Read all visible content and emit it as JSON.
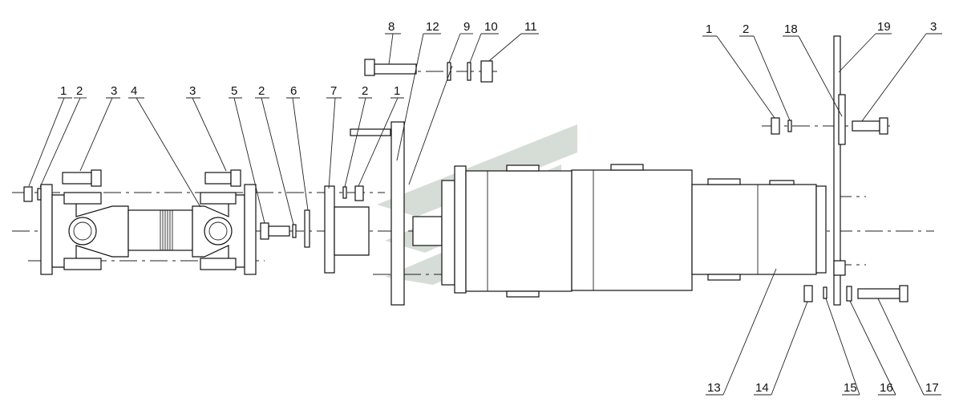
{
  "labels": {
    "left_1": "1",
    "left_2": "2",
    "left_3a": "3",
    "left_4": "4",
    "left_3b": "3",
    "left_5": "5",
    "left_2b": "2",
    "left_6": "6",
    "left_7": "7",
    "left_2c": "2",
    "left_1b": "1",
    "top_8": "8",
    "top_12": "12",
    "top_9": "9",
    "top_10": "10",
    "top_11": "11",
    "right_1": "1",
    "right_2": "2",
    "right_18": "18",
    "right_19": "19",
    "right_3": "3",
    "bot_13": "13",
    "bot_14": "14",
    "bot_15": "15",
    "bot_16": "16",
    "bot_17": "17"
  },
  "colors": {
    "line": "#111111",
    "watermark": "#d6ddd6"
  }
}
